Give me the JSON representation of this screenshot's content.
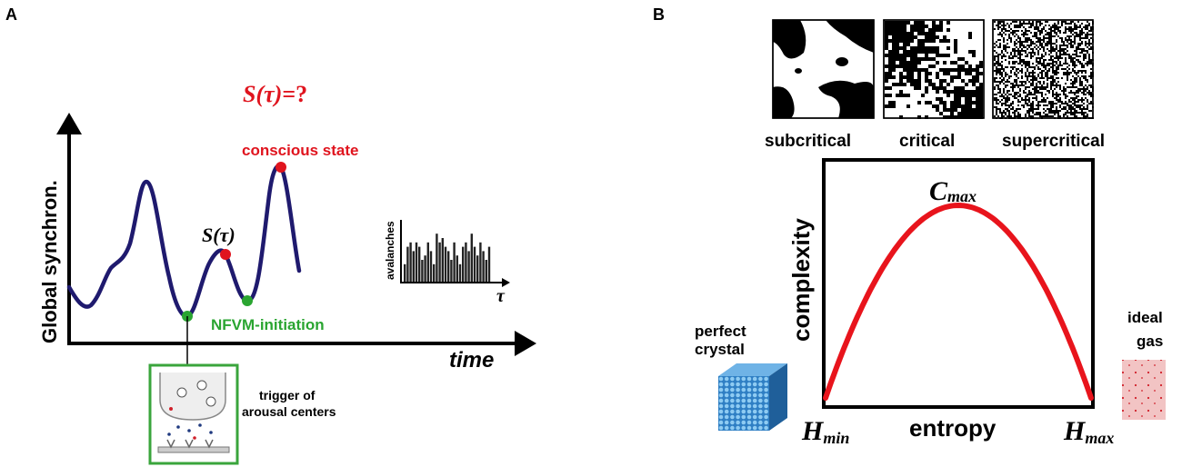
{
  "panel_a": {
    "letter": "A",
    "y_axis_label": "Global synchron.",
    "x_axis_label": "time",
    "question_symbol": "S(τ)",
    "question_tail": "=?",
    "point_symbol": "S(τ)",
    "conscious_state_label": "conscious state",
    "nfvm_label": "NFVM-initiation",
    "trigger_label_line1": "trigger of",
    "trigger_label_line2": "arousal centers",
    "inset": {
      "ylabel": "avalanches",
      "xlabel": "τ",
      "bars": [
        4,
        8,
        9,
        7,
        9,
        8,
        5,
        6,
        9,
        7,
        4,
        11,
        9,
        10,
        8,
        7,
        5,
        9,
        6,
        4,
        8,
        9,
        7,
        11,
        8,
        6,
        9,
        7,
        5,
        8
      ]
    },
    "colors": {
      "curve": "#1f1a6e",
      "red": "#e0141e",
      "green": "#2aa531",
      "box": "#3aa53c"
    }
  },
  "panel_b": {
    "letter": "B",
    "thumbnails": [
      "subcritical",
      "critical",
      "supercritical"
    ],
    "y_axis_label": "complexity",
    "x_axis_label": "entropy",
    "c_max": {
      "main": "C",
      "sub": "max"
    },
    "h_min": {
      "main": "H",
      "sub": "min"
    },
    "h_max": {
      "main": "H",
      "sub": "max"
    },
    "left_label_line1": "perfect",
    "left_label_line2": "crystal",
    "right_label_line1": "ideal",
    "right_label_line2": "gas",
    "colors": {
      "curve": "#e8141c",
      "crystal": "#2f7fc4",
      "gas_bg": "#f2c4c4",
      "gas_dot": "#d0202a"
    }
  },
  "chart_data": {
    "type": "line",
    "title": "",
    "xlabel": "entropy",
    "ylabel": "complexity",
    "x_ticks": [
      "Hmin",
      "Hmax"
    ],
    "annotations": [
      "Cmax",
      "perfect crystal",
      "ideal gas"
    ],
    "series": [
      {
        "x": [
          0,
          0.1,
          0.2,
          0.3,
          0.4,
          0.5,
          0.6,
          0.7,
          0.8,
          0.9,
          1.0
        ],
        "values": [
          0,
          0.36,
          0.64,
          0.84,
          0.96,
          1.0,
          0.96,
          0.84,
          0.64,
          0.36,
          0
        ]
      }
    ]
  }
}
